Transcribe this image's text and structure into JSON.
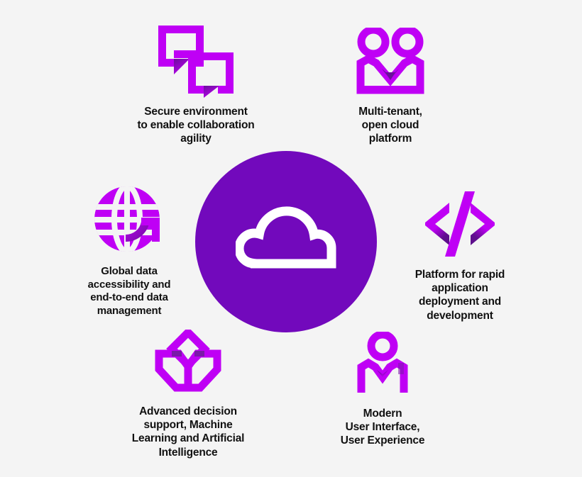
{
  "diagram": {
    "title": "Cloud platform capabilities wheel",
    "background_color": "#f4f4f4",
    "text_color": "#111111",
    "colors": {
      "hub_purple": "#7209bc",
      "icon_purple": "#bf00f5",
      "icon_purple_shade": "#6b0f9c",
      "icon_white": "#ffffff"
    }
  },
  "center": {
    "icon_name": "cloud-icon",
    "label": ""
  },
  "nodes": [
    {
      "id": "secure-environment",
      "icon_name": "chat-bubbles-icon",
      "label": "Secure environment\nto enable collaboration\nagility"
    },
    {
      "id": "multi-tenant",
      "icon_name": "two-people-icon",
      "label": "Multi-tenant,\nopen cloud\nplatform"
    },
    {
      "id": "global-data",
      "icon_name": "globe-icon",
      "label": "Global data\naccessibility and\nend-to-end data\nmanagement"
    },
    {
      "id": "platform-rapid",
      "icon_name": "code-brackets-icon",
      "label": "Platform for rapid\napplication\ndeployment and\ndevelopment"
    },
    {
      "id": "advanced-decision",
      "icon_name": "lotus-icon",
      "label": "Advanced decision\nsupport, Machine\nLearning and Artificial\nIntelligence"
    },
    {
      "id": "modern-ui",
      "icon_name": "person-icon",
      "label": "Modern\nUser Interface,\nUser Experience"
    }
  ]
}
